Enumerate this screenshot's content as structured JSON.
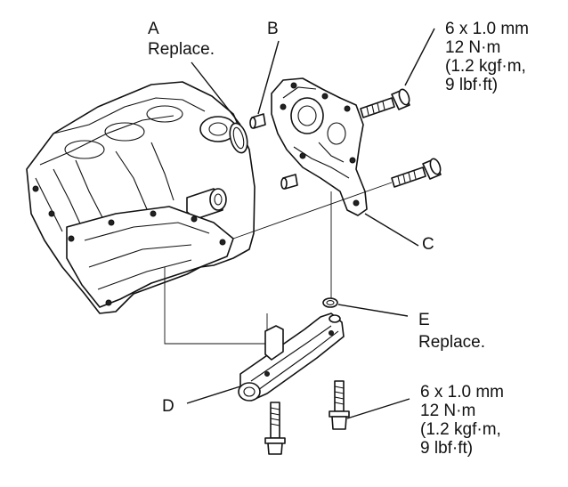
{
  "labels": {
    "a": {
      "letter": "A",
      "note": "Replace."
    },
    "b": {
      "letter": "B"
    },
    "c": {
      "letter": "C"
    },
    "d": {
      "letter": "D"
    },
    "e": {
      "letter": "E",
      "note": "Replace."
    }
  },
  "specs": {
    "top": {
      "line1": "6 x 1.0 mm",
      "line2": "12 N·m",
      "line3": "(1.2 kgf·m,",
      "line4": "9 lbf·ft)"
    },
    "bottom": {
      "line1": "6 x 1.0 mm",
      "line2": "12 N·m",
      "line3": "(1.2 kgf·m,",
      "line4": "9 lbf·ft)"
    }
  }
}
